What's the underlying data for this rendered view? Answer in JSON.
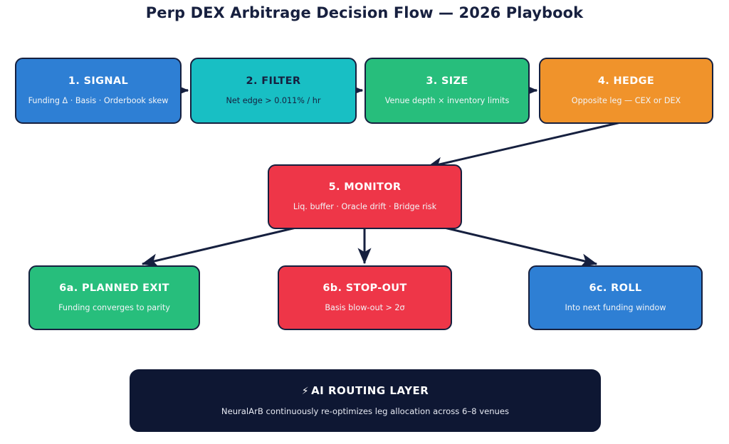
{
  "title": "Perp DEX Arbitrage Decision Flow — 2026 Playbook",
  "colors": {
    "blue": "#2E7FD4",
    "teal": "#18BFC4",
    "green": "#27BE7C",
    "orange": "#F0932B",
    "red": "#EE3648",
    "navy": "#0E1733",
    "stroke": "#16203F"
  },
  "nodes": {
    "signal": {
      "title": "1. SIGNAL",
      "sub": "Funding Δ · Basis · Orderbook skew"
    },
    "filter": {
      "title": "2. FILTER",
      "sub": "Net edge > 0.011% / hr"
    },
    "size": {
      "title": "3. SIZE",
      "sub": "Venue depth × inventory limits"
    },
    "hedge": {
      "title": "4. HEDGE",
      "sub": "Opposite leg — CEX or DEX"
    },
    "monitor": {
      "title": "5. MONITOR",
      "sub": "Liq. buffer · Oracle drift · Bridge risk"
    },
    "exit": {
      "title": "6a. PLANNED EXIT",
      "sub": "Funding converges to parity"
    },
    "stopout": {
      "title": "6b. STOP-OUT",
      "sub": "Basis blow-out > 2σ"
    },
    "roll": {
      "title": "6c. ROLL",
      "sub": "Into next funding window"
    }
  },
  "banner": {
    "icon": "bolt-icon",
    "icon_glyph": "⚡",
    "title": "AI ROUTING LAYER",
    "sub": "NeuralArB continuously re-optimizes leg allocation across 6–8 venues"
  },
  "edges": [
    {
      "from": "signal",
      "to": "filter"
    },
    {
      "from": "filter",
      "to": "size"
    },
    {
      "from": "size",
      "to": "hedge"
    },
    {
      "from": "hedge",
      "to": "monitor"
    },
    {
      "from": "monitor",
      "to": "exit"
    },
    {
      "from": "monitor",
      "to": "stopout"
    },
    {
      "from": "monitor",
      "to": "roll"
    }
  ]
}
